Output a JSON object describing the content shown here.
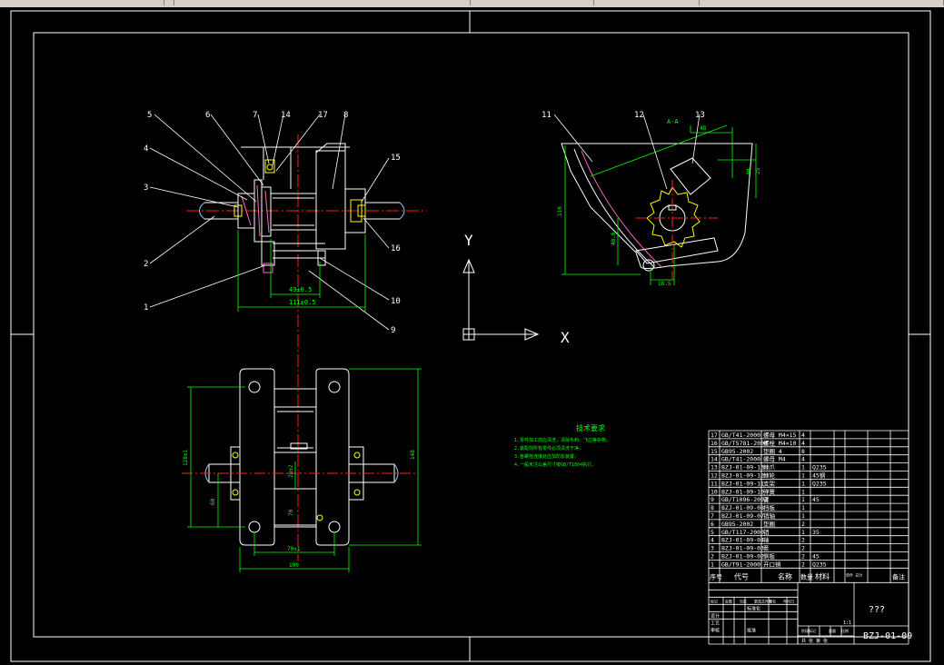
{
  "colors": {
    "background": "#000000",
    "outline": "#ffffff",
    "center_line": "#ff2020",
    "dimension": "#00ff00",
    "text_green": "#00ff00",
    "text_yellow": "#ffff00",
    "pink": "#ff66cc",
    "toolbar": "#d4d0c8"
  },
  "drawing_title": "???",
  "drawing_number": "BZJ-01-09",
  "view_label": "A-A",
  "tech_notes": {
    "title": "技术要求",
    "lines": [
      "1.零件加工前应清洗，清除毛刺、飞边等杂物。",
      "2.装配前所有零件必须清洗干净。",
      "3.各螺栓连接处应加防松装置。",
      "4.一般未注公差尺寸按GB/T1804执行。"
    ]
  },
  "ucs": {
    "x_label": "X",
    "y_label": "Y"
  },
  "front_view_balloons": [
    "5",
    "6",
    "7",
    "14",
    "17",
    "8",
    "4",
    "3",
    "2",
    "1",
    "15",
    "16",
    "10",
    "9"
  ],
  "section_view_balloons": [
    "11",
    "12",
    "13"
  ],
  "front_view_dims": {
    "overall": "111±0.5",
    "inner": "49±0.5"
  },
  "section_view_dims": {
    "width": "48",
    "height": "116",
    "side_a": "48.6",
    "side_b": "18.5",
    "top": "40",
    "angle": "25"
  },
  "plan_view_dims": {
    "height_left": "128±1",
    "height_small": "60",
    "height_right": "148",
    "width_inner": "70±1",
    "width_outer": "100",
    "center": "28±2",
    "center2": "70"
  },
  "bom": {
    "rows": [
      {
        "no": "17",
        "code": "GB/T41-2000",
        "name": "螺母 M4×15",
        "qty": "4",
        "material": "",
        "note": ""
      },
      {
        "no": "16",
        "code": "GB/T5781-2000",
        "name": "螺栓 M4×10",
        "qty": "4",
        "material": "",
        "note": ""
      },
      {
        "no": "15",
        "code": "GB95-2002",
        "name": "垫圈 4",
        "qty": "8",
        "material": "",
        "note": ""
      },
      {
        "no": "14",
        "code": "GB/T41-2000",
        "name": "螺母 M4",
        "qty": "4",
        "material": "",
        "note": ""
      },
      {
        "no": "13",
        "code": "BZJ-01-09-13",
        "name": "棘爪",
        "qty": "1",
        "material": "Q235",
        "note": ""
      },
      {
        "no": "12",
        "code": "BZJ-01-09-12",
        "name": "棘轮",
        "qty": "1",
        "material": "45钢",
        "note": ""
      },
      {
        "no": "11",
        "code": "BZJ-01-09-11",
        "name": "支架",
        "qty": "1",
        "material": "Q235",
        "note": ""
      },
      {
        "no": "10",
        "code": "BZJ-01-09-10",
        "name": "弹簧",
        "qty": "1",
        "material": "",
        "note": ""
      },
      {
        "no": "9",
        "code": "GB/T1096-2003",
        "name": "键",
        "qty": "1",
        "material": "45",
        "note": ""
      },
      {
        "no": "8",
        "code": "BZJ-01-09-08",
        "name": "挡板",
        "qty": "1",
        "material": "",
        "note": ""
      },
      {
        "no": "7",
        "code": "BZJ-01-09-07",
        "name": "销轴",
        "qty": "1",
        "material": "",
        "note": ""
      },
      {
        "no": "6",
        "code": "GB95-2002",
        "name": "垫圈",
        "qty": "2",
        "material": "",
        "note": ""
      },
      {
        "no": "5",
        "code": "GB/T117-2000",
        "name": "销",
        "qty": "1",
        "material": "35",
        "note": ""
      },
      {
        "no": "4",
        "code": "BZJ-01-09-04",
        "name": "轴",
        "qty": "2",
        "material": "",
        "note": ""
      },
      {
        "no": "3",
        "code": "BZJ-01-09-03",
        "name": "套",
        "qty": "2",
        "material": "",
        "note": ""
      },
      {
        "no": "2",
        "code": "BZJ-01-09-02",
        "name": "侧板",
        "qty": "2",
        "material": "45",
        "note": ""
      },
      {
        "no": "1",
        "code": "GB/T91-2000",
        "name": "开口销",
        "qty": "2",
        "material": "Q235",
        "note": ""
      }
    ],
    "headers": {
      "no": "序号",
      "code": "代号",
      "name": "名称",
      "qty": "数量",
      "material": "材料",
      "weight": "单件 总计",
      "note": "备注"
    }
  },
  "title_block": {
    "labels": [
      "标记",
      "处数",
      "分区",
      "更改文件号",
      "签名",
      "年月日"
    ],
    "design": "设计",
    "check": "审核",
    "process": "工艺",
    "approve": "批准",
    "stage": "阶段标记",
    "weight": "重量",
    "scale": "比例",
    "scale_value": "1:1",
    "sheet": "共 张 第 张",
    "std": "标准化"
  }
}
